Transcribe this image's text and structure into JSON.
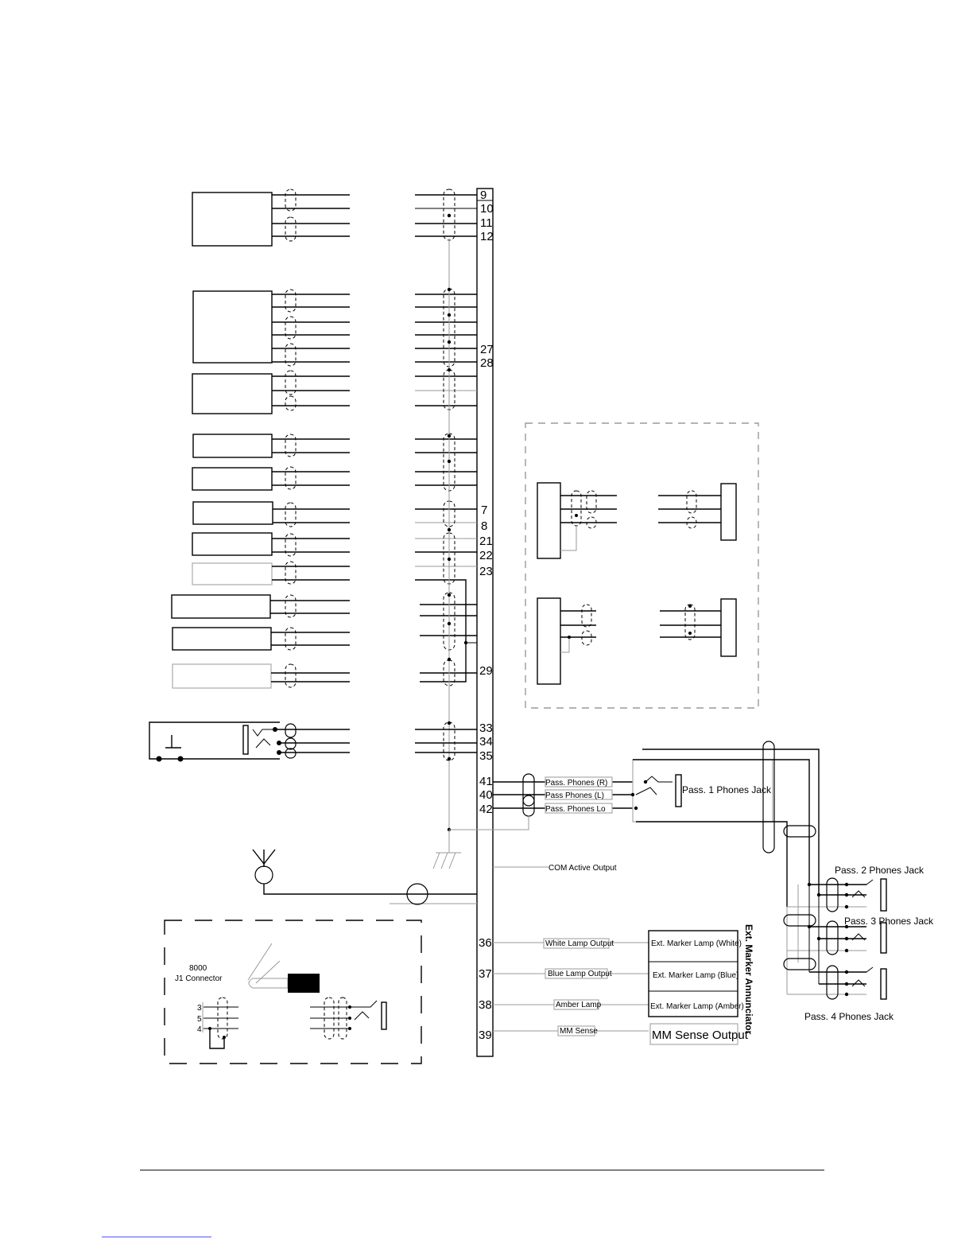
{
  "terminal_block": {
    "pins_top": [
      "9",
      "10",
      "11",
      "12"
    ],
    "pins_27_28": [
      "27",
      "28"
    ],
    "pins_mid": [
      "7",
      "8",
      "21",
      "22",
      "23"
    ],
    "pin_29": "29",
    "pins_switch": [
      "33",
      "34",
      "35"
    ],
    "pins_phones": [
      "41",
      "40",
      "42"
    ],
    "pins_lamps": [
      "36",
      "37",
      "38",
      "39"
    ]
  },
  "phones_signals": {
    "right": "Pass. Phones (R)",
    "left": "Pass Phones (L)",
    "lo": "Pass. Phones Lo"
  },
  "jacks": {
    "pass1": "Pass. 1 Phones Jack",
    "pass2": "Pass. 2  Phones Jack",
    "pass3": "Pass. 3  Phones Jack",
    "pass4": "Pass. 4  Phones Jack"
  },
  "com_active": "COM Active Output",
  "lamp_outputs": {
    "white": "White Lamp Output",
    "blue": "Blue Lamp Output",
    "amber": "Amber Lamp",
    "mm_sense": "MM Sense"
  },
  "annunciator": {
    "title": "Ext. Marker Annunciator",
    "white": "Ext. Marker Lamp (White)",
    "blue": "Ext. Marker Lamp (Blue)",
    "amber": "Ext. Marker Lamp (Amber)",
    "mm_sense_output": "MM Sense Output"
  },
  "j1": {
    "title_line1": "8000",
    "title_line2": "J1 Connector",
    "pins": [
      "3",
      "5",
      "4"
    ]
  },
  "colors": {
    "line": "#000000",
    "light_line": "#9a9a9a",
    "background": "#ffffff",
    "footer_link": "#4a4aff"
  }
}
